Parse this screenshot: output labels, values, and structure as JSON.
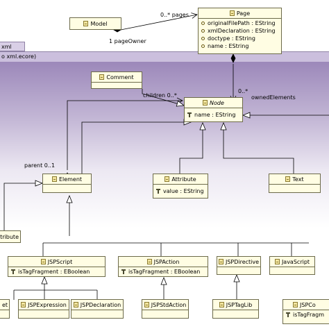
{
  "package": {
    "name_fragment": "xml",
    "path_fragment": "o xml.ecore)",
    "header_color": "#9b86b8",
    "body_color": "#ffffff"
  },
  "classes": {
    "model": {
      "name": "Model"
    },
    "page": {
      "name": "Page",
      "attributes": [
        "originalFilePath : EString",
        "xmlDeclaration : EString",
        "doctype : EString",
        "name : EString"
      ]
    },
    "comment": {
      "name": "Comment"
    },
    "node": {
      "name": "Node",
      "attributes": [
        "name : EString"
      ]
    },
    "element": {
      "name": "Element"
    },
    "attribute": {
      "name": "Attribute",
      "attributes": [
        "value : EString"
      ]
    },
    "text": {
      "name": "Text"
    },
    "attribute_left": {
      "name": "ttribute"
    },
    "jspscript": {
      "name": "JSPScript",
      "attributes": [
        "isTagFragment : EBoolean"
      ]
    },
    "jspaction": {
      "name": "JSPAction",
      "attributes": [
        "isTagFragment : EBoolean"
      ]
    },
    "jspdirective": {
      "name": "JSPDirective"
    },
    "javascript": {
      "name": "JavaScript"
    },
    "jspexpression": {
      "name": "JSPExpression"
    },
    "jspdeclaration": {
      "name": "JSPDeclaration"
    },
    "jspstdaction": {
      "name": "JSPStdAction"
    },
    "jsptaglib": {
      "name": "JSPTagLib"
    },
    "jspco": {
      "name": "JSPCo"
    },
    "istagfragm": {
      "name": "isTagFragm"
    },
    "et": {
      "name": "et"
    }
  },
  "labels": {
    "pages_mult": "0..* pages",
    "pageowner": "1  pageOwner",
    "children": "children  0..*",
    "ownedelements_mult": "0..*",
    "ownedelements": "ownedElements",
    "parent": "parent   0..1"
  }
}
